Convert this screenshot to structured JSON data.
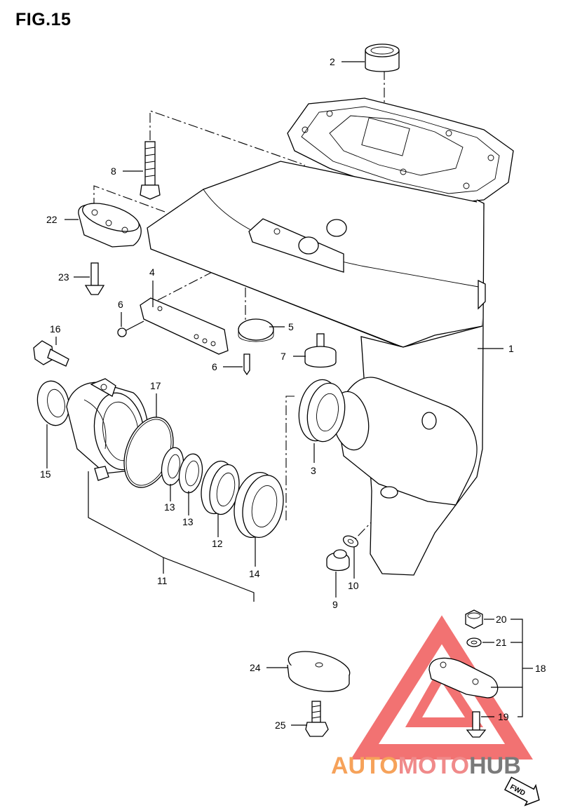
{
  "figure": {
    "title": "FIG.15"
  },
  "callouts": {
    "c1": "1",
    "c2": "2",
    "c3": "3",
    "c4": "4",
    "c5": "5",
    "c6a": "6",
    "c6b": "6",
    "c7": "7",
    "c8": "8",
    "c9": "9",
    "c10": "10",
    "c11": "11",
    "c12": "12",
    "c13a": "13",
    "c13b": "13",
    "c14": "14",
    "c15": "15",
    "c16": "16",
    "c17": "17",
    "c18": "18",
    "c19": "19",
    "c20": "20",
    "c21": "21",
    "c22": "22",
    "c23": "23",
    "c24": "24",
    "c25": "25"
  },
  "watermark": {
    "word_a": "AUTO",
    "word_b": "MOTO",
    "word_c": "HUB",
    "color_a": "#f6a25a",
    "color_b": "#f08a8a",
    "color_c": "#7a7a7a",
    "logo_color": "#f05a5a"
  },
  "fwd_badge": {
    "label": "FWD"
  }
}
